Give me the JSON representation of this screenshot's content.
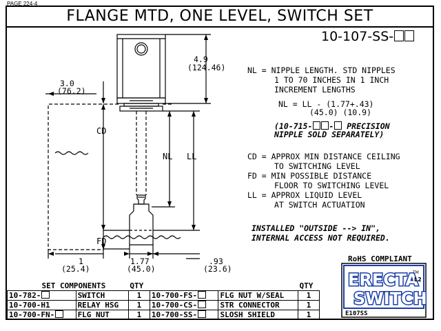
{
  "page_label": "PAGE 224-4",
  "title": "FLANGE  MTD, ONE LEVEL, SWITCH SET",
  "part_number": "10-107-SS-",
  "dimensions": {
    "top_height": "4.9",
    "top_height_mm": "(124.46)",
    "flange": "3.0",
    "flange_mm": "(76.2)",
    "left_offset": "1",
    "left_offset_mm": "(25.4)",
    "body_width": "1.77",
    "body_width_mm": "(45.0)",
    "right_offset": ".93",
    "right_offset_mm": "(23.6)",
    "nl": "NL",
    "ll": "LL",
    "cd": "CD",
    "fd": "FD"
  },
  "notes": {
    "nl_1": "NL = NIPPLE LENGTH. STD NIPPLES",
    "nl_2": "1 TO 70 INCHES IN 1 INCH",
    "nl_3": "INCREMENT LENGTHS",
    "formula_1": "NL = LL - (1.77+.43)",
    "formula_2": "(45.0) (10.9)",
    "precision_1": "(10-715-",
    "precision_1b": "-",
    "precision_1c": " PRECISION",
    "precision_2": "NIPPLE SOLD SEPARATELY)",
    "cd_1": "CD = APPROX MIN DISTANCE CEILING",
    "cd_2": "TO SWITCHING LEVEL",
    "fd_1": "FD = MIN POSSIBLE DISTANCE",
    "fd_2": "FLOOR TO SWITCHING LEVEL",
    "ll_1": "LL = APPROX LIQUID LEVEL",
    "ll_2": "AT SWITCH ACTUATION",
    "install_1": "INSTALLED \"OUTSIDE --> IN\",",
    "install_2": "INTERNAL ACCESS NOT REQUIRED."
  },
  "components": {
    "header_set": "SET COMPONENTS",
    "header_qty": "QTY",
    "rows": [
      {
        "left_part": "10-782-",
        "left_box": true,
        "left_desc": "SWITCH",
        "left_qty": "1",
        "right_part": "10-700-FS-",
        "right_box": true,
        "right_desc": "FLG NUT W/SEAL",
        "right_qty": "1"
      },
      {
        "left_part": "10-700-H1",
        "left_box": false,
        "left_desc": "RELAY HSG",
        "left_qty": "1",
        "right_part": "10-700-CS-",
        "right_box": true,
        "right_desc": "STR CONNECTOR",
        "right_qty": "1"
      },
      {
        "left_part": "10-700-FN-",
        "left_box": true,
        "left_desc": "FLG NUT",
        "left_qty": "1",
        "right_part": "10-700-SS-",
        "right_box": true,
        "right_desc": "SLOSH SHIELD",
        "right_qty": "1"
      }
    ]
  },
  "rohs": "RoHS COMPLIANT",
  "logo": {
    "line1": "ERECTA",
    "line2": "SWITCH",
    "tm": "TM",
    "sub": "L2",
    "code": "E107SS",
    "colors": {
      "blue": "#1a3ea8",
      "fill": "#2255cc"
    }
  }
}
